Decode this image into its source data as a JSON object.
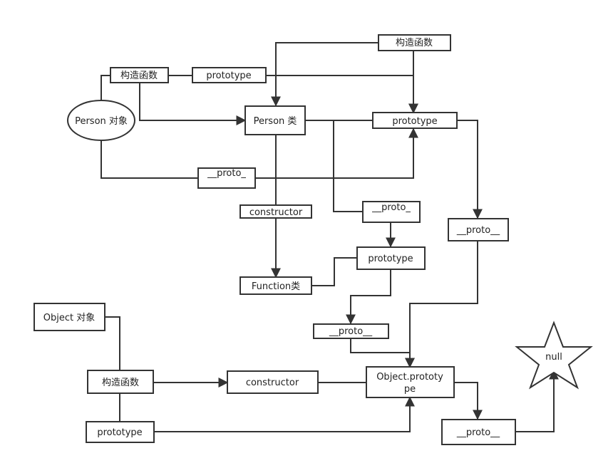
{
  "diagram": {
    "nodes": {
      "person_obj": "Person 对象",
      "ctor_top_left": "构造函数",
      "proto_top_left": "prototype",
      "ctor_top_right": "构造函数",
      "person_class": "Person 类",
      "prototype_main": "prototype",
      "proto_mid_left": "__proto_",
      "proto_mid_right": "__proto_",
      "constructor_mid": "constructor",
      "proto_right": "__proto__",
      "prototype_mid": "prototype",
      "function_class": "Function类",
      "proto_low": "__proto__",
      "object_obj": "Object 对象",
      "ctor_bottom": "构造函数",
      "constructor_bottom": "constructor",
      "object_prototype_line1": "Object.prototy",
      "object_prototype_line2": "pe",
      "prototype_bottom": "prototype",
      "proto_bottom_right": "__proto__",
      "null_node": "null"
    }
  }
}
